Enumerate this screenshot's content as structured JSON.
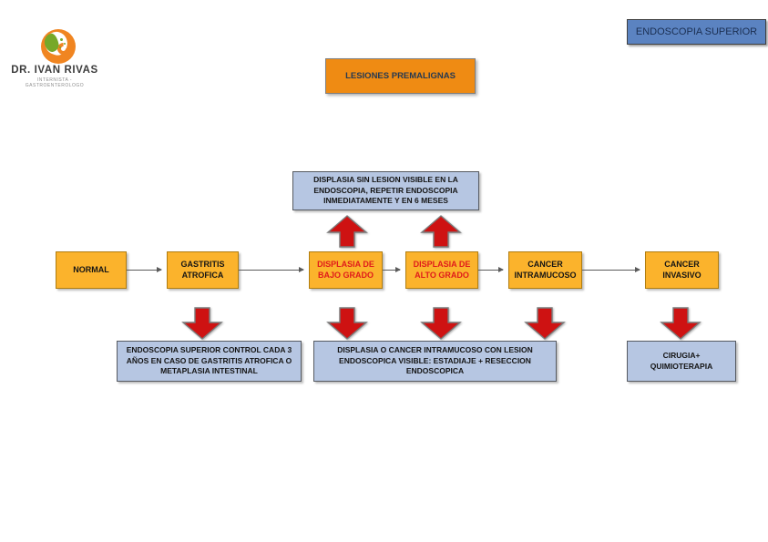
{
  "brand": {
    "name": "DR. IVAN RIVAS",
    "subtitle": "INTERNISTA - GASTROENTEROLOGO",
    "logo": "stomach-logo"
  },
  "header": {
    "top_right_button": "ENDOSCOPIA SUPERIOR",
    "title": "LESIONES PREMALIGNAS"
  },
  "colors": {
    "stage_fill": "#FBB32C",
    "stage_border": "#B07D10",
    "note_fill": "#B6C6E2",
    "arrow_red": "#CE1212",
    "arrow_outline": "#7A7A7A",
    "header_button_blue": "#5B83C1",
    "title_orange": "#EF8B13",
    "connector_gray": "#5A5A5A",
    "displasia_text_red": "#E01B1B",
    "logo_orange": "#F08521",
    "logo_green": "#76A829"
  },
  "flow": {
    "top_note": "DISPLASIA SIN LESION VISIBLE EN LA ENDOSCOPIA, REPETIR ENDOSCOPIA INMEDIATAMENTE Y EN 6 MESES",
    "stages": [
      {
        "label": "NORMAL"
      },
      {
        "label": "GASTRITIS ATROFICA"
      },
      {
        "label": "DISPLASIA DE BAJO GRADO",
        "emphasis": "red"
      },
      {
        "label": "DISPLASIA DE ALTO GRADO",
        "emphasis": "red"
      },
      {
        "label": "CANCER INTRAMUCOSO"
      },
      {
        "label": "CANCER INVASIVO"
      }
    ],
    "bottom_notes": [
      "ENDOSCOPIA SUPERIOR CONTROL CADA 3 AÑOS EN CASO DE GASTRITIS ATROFICA O METAPLASIA INTESTINAL",
      "DISPLASIA O CANCER INTRAMUCOSO CON LESION ENDOSCOPICA VISIBLE: ESTADIAJE + RESECCION ENDOSCOPICA",
      "CIRUGIA+ QUIMIOTERAPIA"
    ]
  }
}
